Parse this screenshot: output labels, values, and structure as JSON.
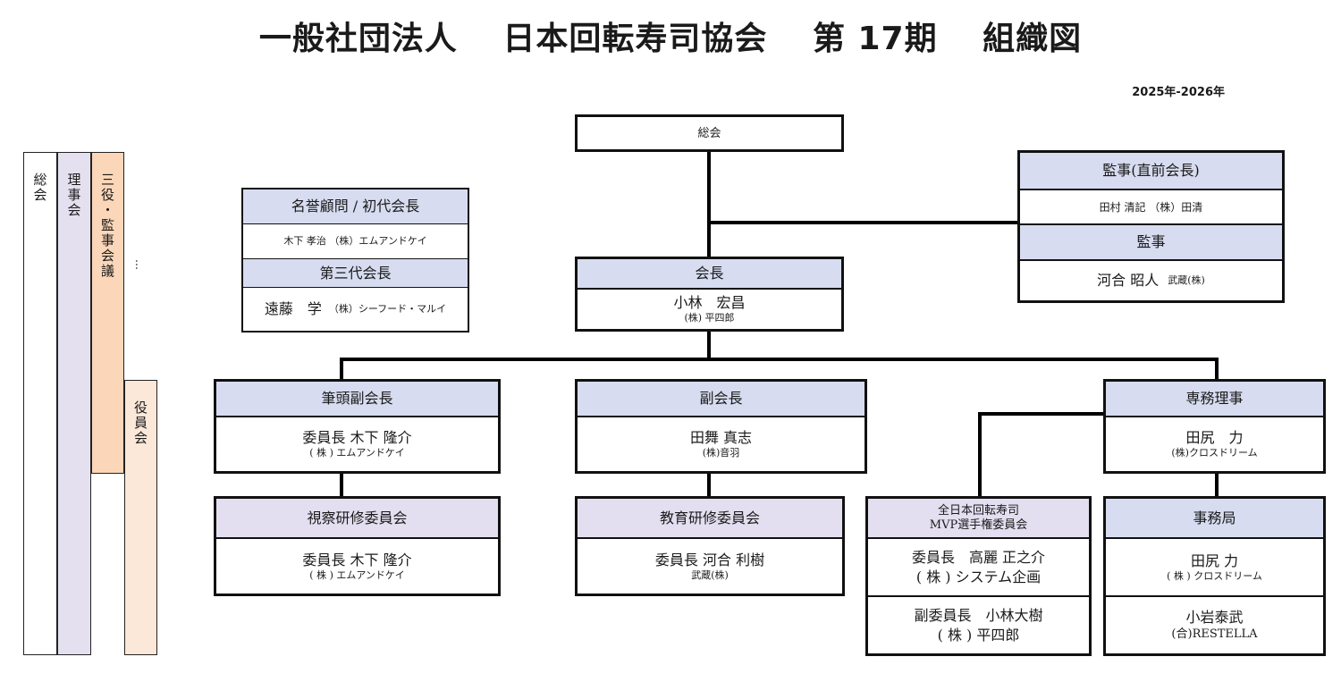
{
  "title": "一般社団法人　 日本回転寿司協会　 第 17期　 組織図",
  "period": "2025年-2026年",
  "sidebar": {
    "soukai": "総会",
    "rijikai": "理事会",
    "sanyaku": "三役・監事会議",
    "ellipsis": "…",
    "yakuinkai": "役員会"
  },
  "general_meeting": "総会",
  "advisors": {
    "honorary_header": "名誉顧問 / 初代会長",
    "honorary_name": "木下 孝治 （株）エムアンドケイ",
    "third_header": "第三代会長",
    "third_name": "遠藤　学",
    "third_company": "（株）シーフード・マルイ"
  },
  "auditors": {
    "header1": "監事(直前会長)",
    "name1": "田村 清記 （株）田清",
    "header2": "監事",
    "name2": "河合 昭人",
    "company2": "武蔵(株)"
  },
  "president": {
    "header": "会長",
    "name": "小林　宏昌",
    "company": "(株) 平四郎"
  },
  "senior_vp": {
    "header": "筆頭副会長",
    "name": "委員長 木下 隆介",
    "company": "( 株 ) エムアンドケイ"
  },
  "vp": {
    "header": "副会長",
    "name": "田舞 真志",
    "company": "(株)音羽"
  },
  "managing_director": {
    "header": "専務理事",
    "name": "田尻　力",
    "company": "(株)クロスドリーム"
  },
  "inspection_committee": {
    "header": "視察研修委員会",
    "name": "委員長 木下 隆介",
    "company": "( 株 ) エムアンドケイ"
  },
  "education_committee": {
    "header": "教育研修委員会",
    "name": "委員長 河合 利樹",
    "company": "武蔵(株)"
  },
  "mvp_committee": {
    "header_line1": "全日本回転寿司",
    "header_line2": "MVP選手権委員会",
    "chair_line1": "委員長　高麗 正之介",
    "chair_line2": "( 株 ) システム企画",
    "vice_line1": "副委員長　小林大樹",
    "vice_line2": "( 株 ) 平四郎"
  },
  "secretariat": {
    "header": "事務局",
    "name1": "田尻 力",
    "company1": "( 株 ) クロスドリーム",
    "name2": "小岩泰武",
    "company2": "(合)RESTELLA"
  },
  "colors": {
    "header_blue": "#d7dcf0",
    "header_lavender": "#e3dff0",
    "bar_lavender": "#e4e0f0",
    "bar_orange": "#fbd6b8",
    "bar_peach": "#fce8d9"
  }
}
